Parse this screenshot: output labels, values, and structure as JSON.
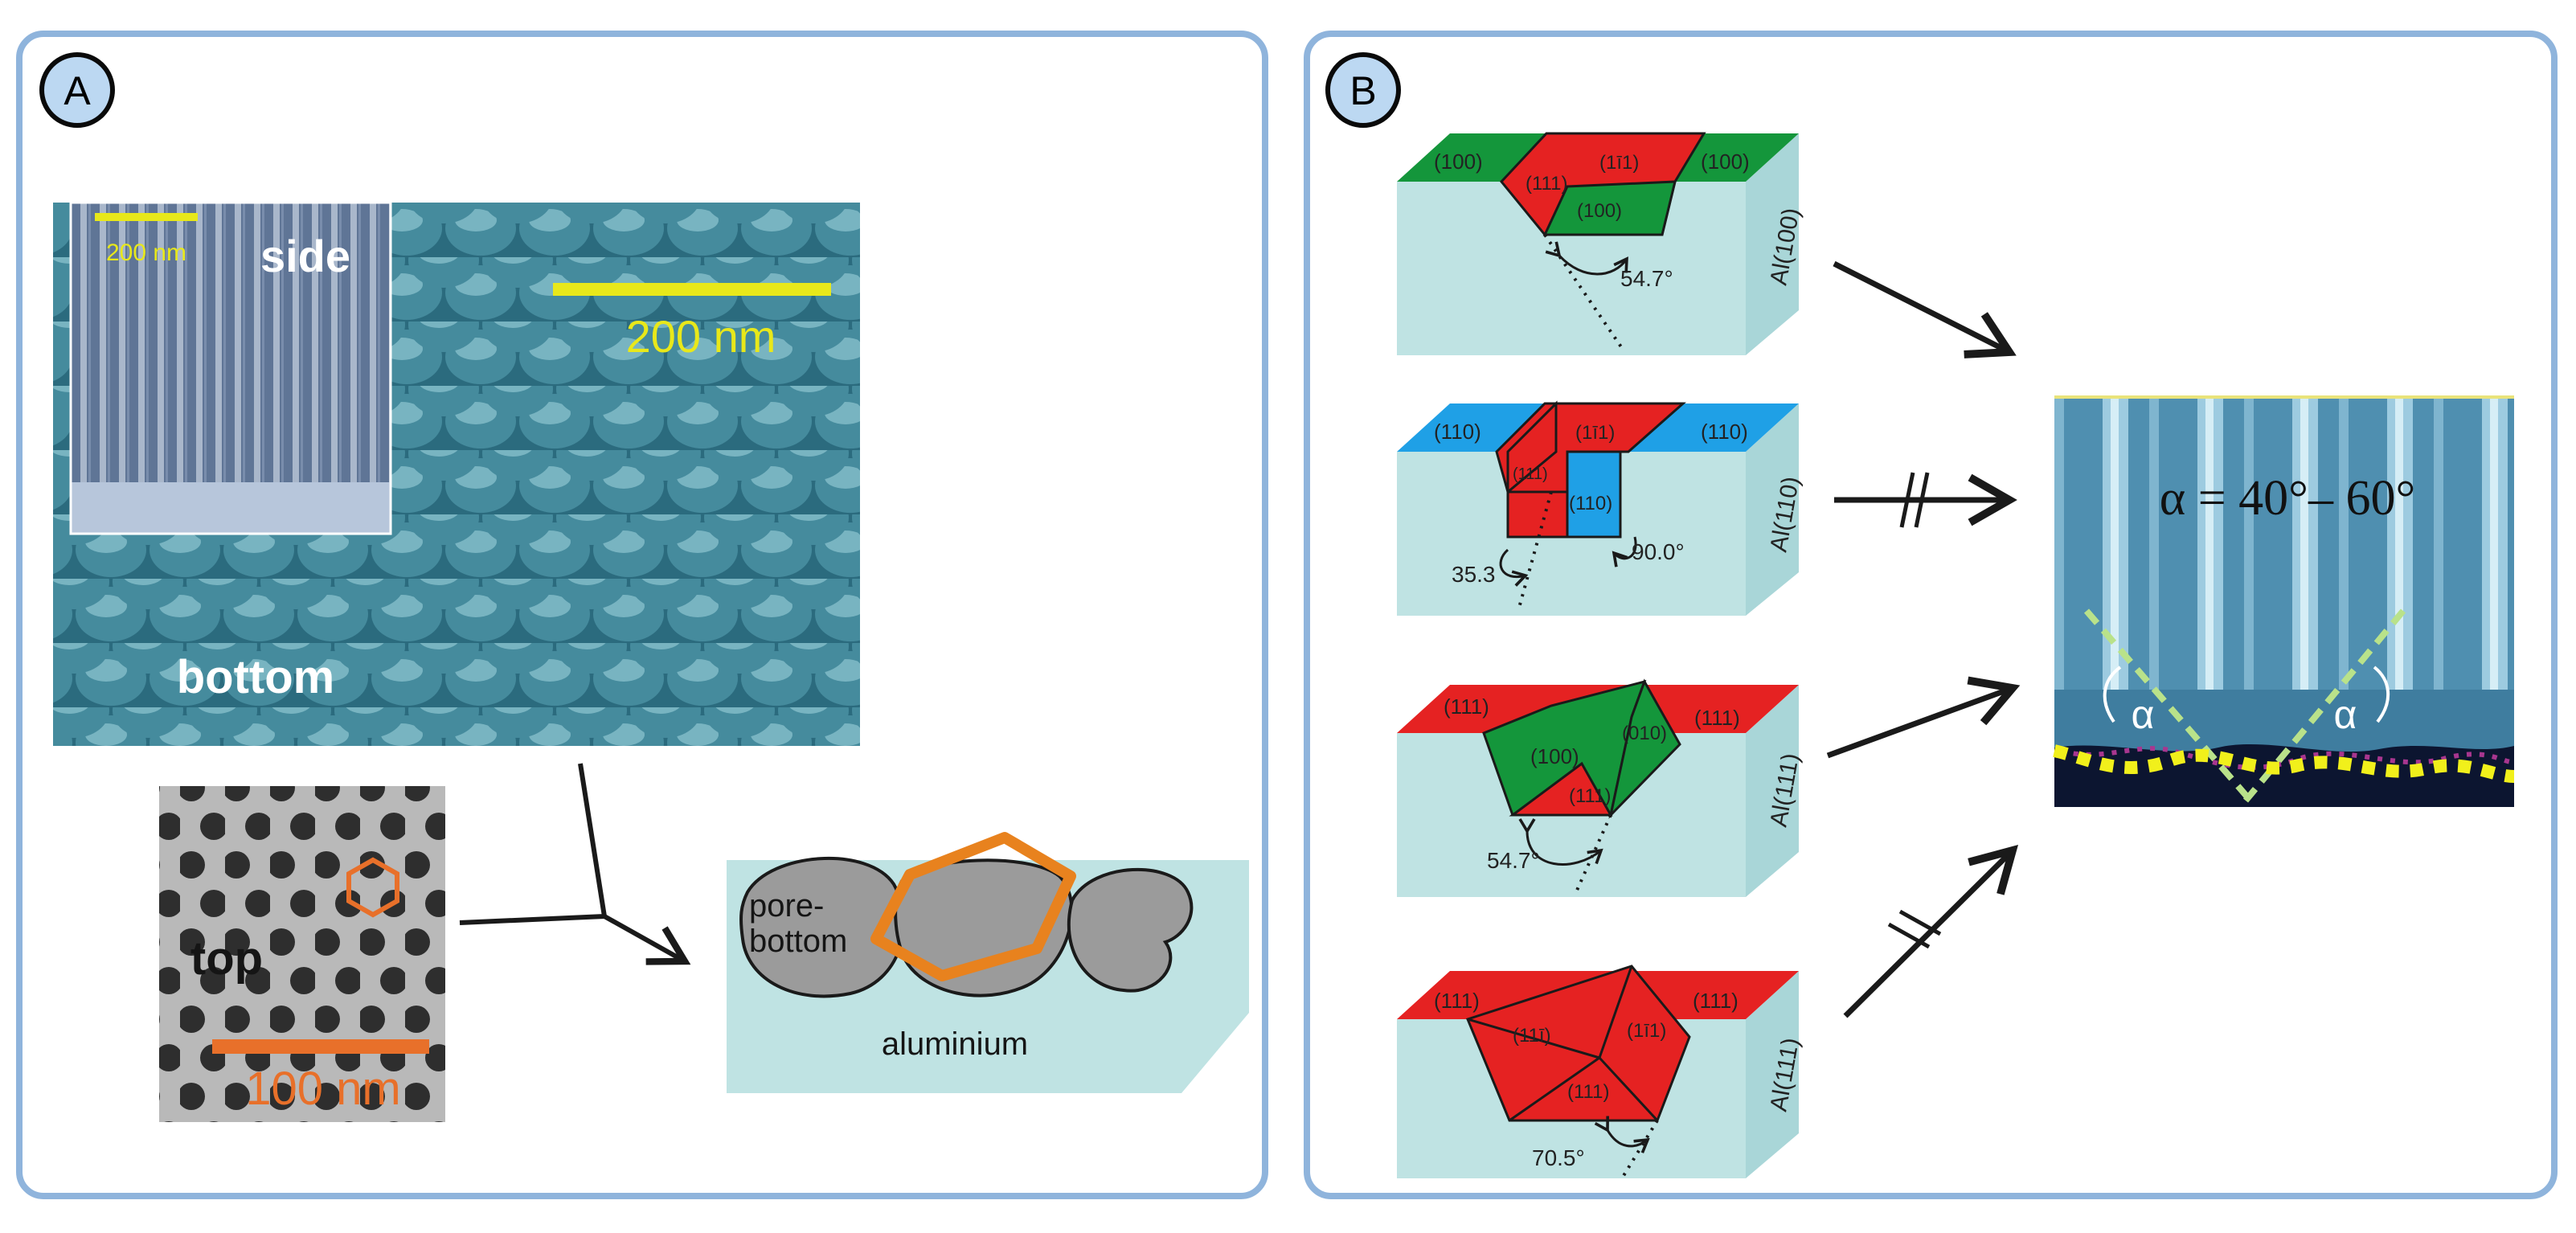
{
  "panel_a": {
    "badge": "A",
    "sem_side_scale": "200 nm",
    "sem_side_label": "side",
    "sem_bottom_scale": "200 nm",
    "sem_bottom_label": "bottom",
    "sem_top_label": "top",
    "sem_top_scale": "100 nm",
    "schematic_pore_label_line1": "pore-",
    "schematic_pore_label_line2": "bottom",
    "schematic_substrate_label": "aluminium"
  },
  "panel_b": {
    "badge": "B",
    "blocks": [
      {
        "side_label": "Al(100)",
        "top_left": "(100)",
        "top_right": "(100)",
        "face_1": "(111)",
        "face_2": "(1ī1)",
        "face_3": "(100)",
        "angle": "54.7°",
        "arrow": "plain"
      },
      {
        "side_label": "Al(110)",
        "top_left": "(110)",
        "top_right": "(110)",
        "face_1": "(111)",
        "face_2": "(1ī1)",
        "face_3": "(110)",
        "angle_left": "35.3",
        "angle_right": "90.0°",
        "arrow": "crossed"
      },
      {
        "side_label": "Al(111)",
        "top_left": "(111)",
        "top_right": "(111)",
        "face_1": "(100)",
        "face_2": "(010)",
        "face_3": "(111)",
        "angle": "54.7°",
        "arrow": "plain"
      },
      {
        "side_label": "Al(111)",
        "top_left": "(111)",
        "top_right": "(111)",
        "face_1": "(11ī)",
        "face_2": "(1ī1)",
        "face_3": "(111)",
        "angle": "70.5°",
        "arrow": "crossed"
      }
    ],
    "micrograph_angle_label": "α = 40°– 60°",
    "alpha_symbol": "α"
  },
  "colors": {
    "panel_border": "#8fb4dc",
    "sem_teal": "#3b7f91",
    "sem_grey": "#8e8e8e",
    "block_fill": "#bfe3e3",
    "green_face": "#14963b",
    "red_face": "#e52222",
    "blue_face": "#1fa0e6",
    "scale_yellow": "#e8e81a",
    "scale_orange": "#e8702a",
    "micro_blue": "#5fa6c6",
    "dash_green": "#b9e28a",
    "dot_yellow": "#f1f01b",
    "dot_purple": "#a8368f"
  }
}
